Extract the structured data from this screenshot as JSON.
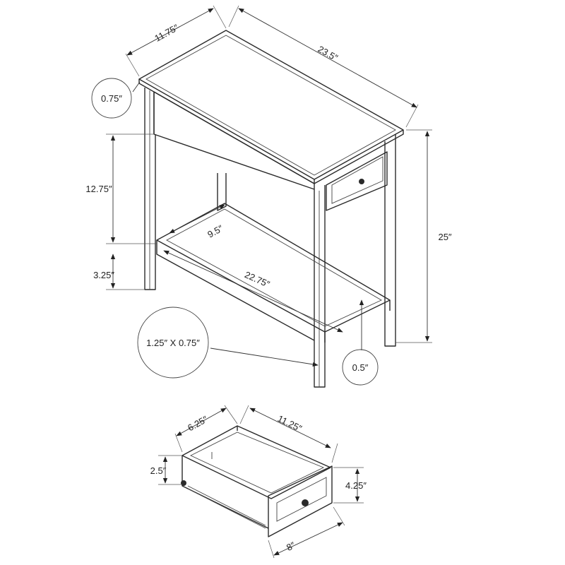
{
  "table": {
    "dimensions": {
      "top_depth": "11.75″",
      "top_width": "23.5″",
      "top_thickness": "0.75″",
      "apron_to_shelf": "12.75″",
      "shelf_depth": "9.5″",
      "shelf_width": "22.75″",
      "shelf_to_floor": "3.25″",
      "overall_height": "25″",
      "leg_size": "1.25″ X 0.75″",
      "shelf_lip": "0.5″"
    }
  },
  "drawer": {
    "dimensions": {
      "inner_depth": "6.25″",
      "inner_length": "11.25″",
      "side_height": "2.5″",
      "front_height": "4.25″",
      "front_width": "8″"
    }
  }
}
